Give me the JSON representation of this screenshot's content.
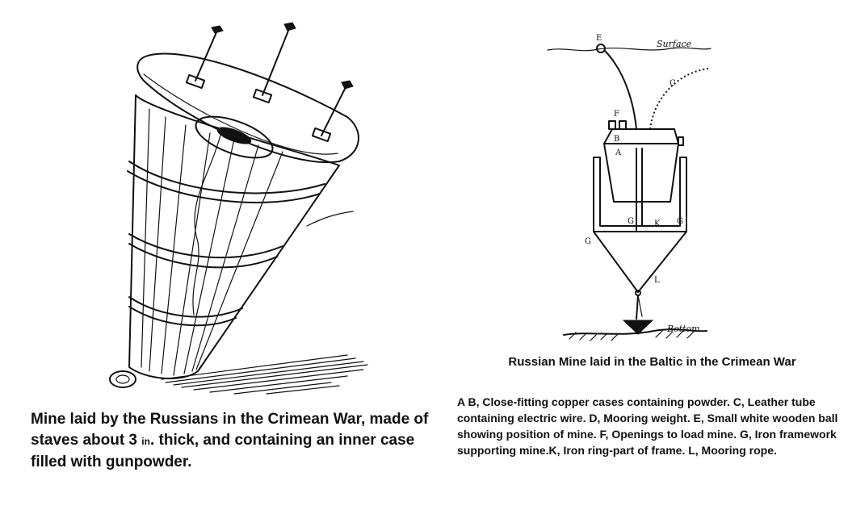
{
  "left_figure": {
    "caption_part1": "Mine laid by the Russians in the Crimean War, made of staves about 3",
    "caption_unit": "in",
    "caption_part2": ". thick, and containing an inner case filled with gunpowder."
  },
  "right_figure": {
    "title": "Russian Mine laid in the Baltic in the Crimean War",
    "legend": "A B, Close-fitting copper cases containing powder. C, Leather tube containing electric wire. D, Mooring weight. E, Small white wooden ball showing position of mine. F, Openings to load mine. G, Iron framework supporting mine.K, Iron ring-part of frame. L, Mooring rope.",
    "labels": {
      "surface": "Surface",
      "bottom": "Bottom",
      "E": "E",
      "C": "C",
      "F": "F",
      "B": "B",
      "A": "A",
      "G1": "G",
      "G2": "G",
      "K": "K",
      "G3": "G",
      "L": "L"
    }
  }
}
